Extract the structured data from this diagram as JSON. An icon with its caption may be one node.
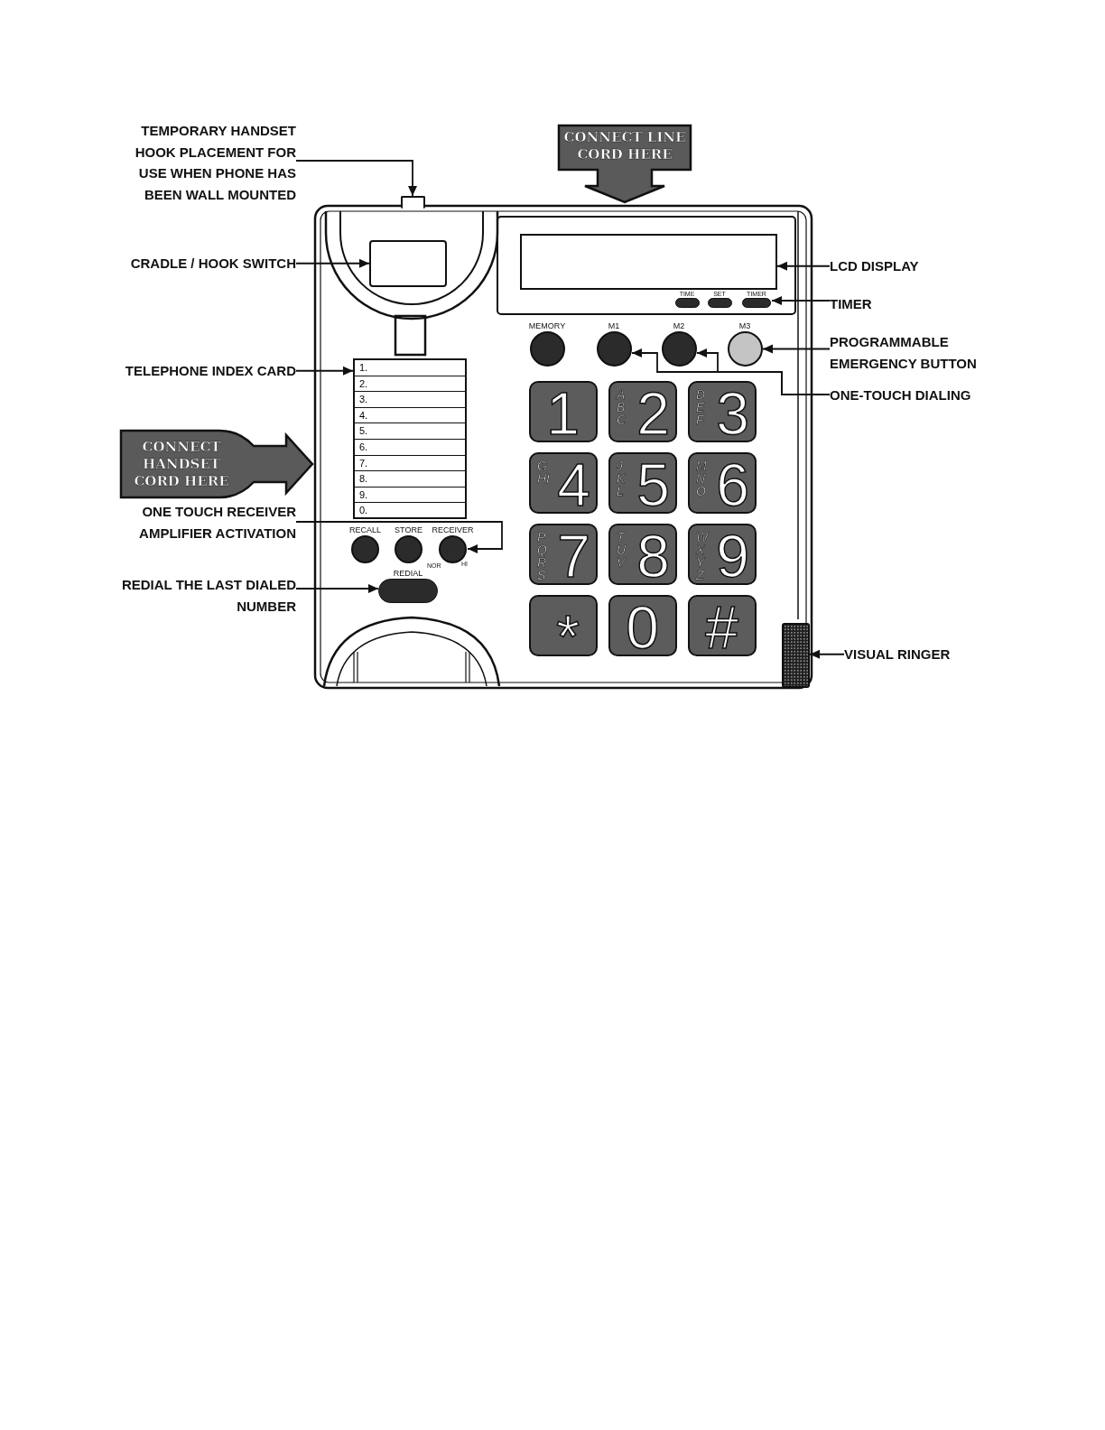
{
  "diagram": {
    "nodes": [
      {
        "text": [
          "TEMPORARY HANDSET HOOK PLACEMENT FOR USE WHEN PHONE HAS BEEN WALL MOUNTED"
        ]
      },
      {
        "text": [
          "CONNECT LINE CORD HERE"
        ]
      },
      {
        "text": [],
        "shape": "box"
      },
      {
        "text": [
          "CRADLE / HOOK SWITCH"
        ]
      },
      {
        "text": [],
        "shape": "box"
      },
      {
        "text": [
          "LCD DISPLAY"
        ]
      },
      {
        "text": [],
        "shape": "box"
      },
      {
        "text": [
          "TIME"
        ]
      },
      {
        "text": [
          "SET"
        ]
      },
      {
        "text": [
          "TIMER"
        ]
      },
      {
        "text": [
          "TIMER"
        ]
      },
      {
        "text": [
          "MEMORY"
        ]
      },
      {
        "text": [
          "M1"
        ]
      },
      {
        "text": [
          "M2"
        ]
      },
      {
        "text": [
          "M3"
        ]
      },
      {
        "text": [
          "PROGRAMMABLE EMERGENCY BUTTON"
        ]
      },
      {
        "text": [
          "TELEPHONE INDEX CARD"
        ]
      },
      {
        "text": [
          "1.",
          "2.",
          "3.",
          "4.",
          "5.",
          "6.",
          "7.",
          "8.",
          "9.",
          "0."
        ]
      },
      {
        "text": [
          "ONE-TOUCH DIALING"
        ]
      },
      {
        "text": [
          "1"
        ]
      },
      {
        "text": [
          "ABC",
          "2"
        ]
      },
      {
        "text": [
          "DEF",
          "3"
        ]
      },
      {
        "text": [
          "GHI",
          "4"
        ]
      },
      {
        "text": [
          "JKL",
          "5"
        ]
      },
      {
        "text": [
          "MNO",
          "6"
        ]
      },
      {
        "text": [
          "PQRS",
          "7"
        ]
      },
      {
        "text": [
          "TUV",
          "8"
        ]
      },
      {
        "text": [
          "WXYZ",
          "9"
        ]
      },
      {
        "text": [
          "*"
        ]
      },
      {
        "text": [
          "0"
        ]
      },
      {
        "text": [
          "#"
        ]
      },
      {
        "text": [
          "CONNECT HANDSET CORD HERE"
        ]
      },
      {
        "text": [
          "ONE TOUCH RECEIVER AMPLIFIER ACTIVATION"
        ]
      },
      {
        "text": [
          "RECALL"
        ]
      },
      {
        "text": [
          "STORE"
        ]
      },
      {
        "text": [
          "RECEIVER"
        ],
        "beside": [
          "NOR",
          "HI"
        ]
      },
      {
        "text": [
          "REDIAL THE LAST DIALED NUMBER"
        ]
      },
      {
        "text": [
          "REDIAL"
        ]
      },
      {
        "text": [
          "VISUAL RINGER"
        ]
      },
      {
        "text": [],
        "shape": "box"
      }
    ],
    "edges": [
      {
        "from": 0,
        "to": 2,
        "arrow": "to"
      },
      {
        "from": 3,
        "to": 4,
        "arrow": "to"
      },
      {
        "from": 5,
        "to": 6,
        "arrow": "to"
      },
      {
        "from": 10,
        "to": 9,
        "arrow": "to"
      },
      {
        "from": 15,
        "to": 14,
        "arrow": "to"
      },
      {
        "from": 16,
        "to": 17,
        "arrow": "to"
      },
      {
        "from": 18,
        "to": 12,
        "arrow": "to"
      },
      {
        "from": 18,
        "to": 13,
        "arrow": "to"
      },
      {
        "from": 32,
        "to": 35,
        "arrow": "to"
      },
      {
        "from": 36,
        "to": 37,
        "arrow": "to"
      },
      {
        "from": 38,
        "to": 39,
        "arrow": "to"
      }
    ]
  }
}
